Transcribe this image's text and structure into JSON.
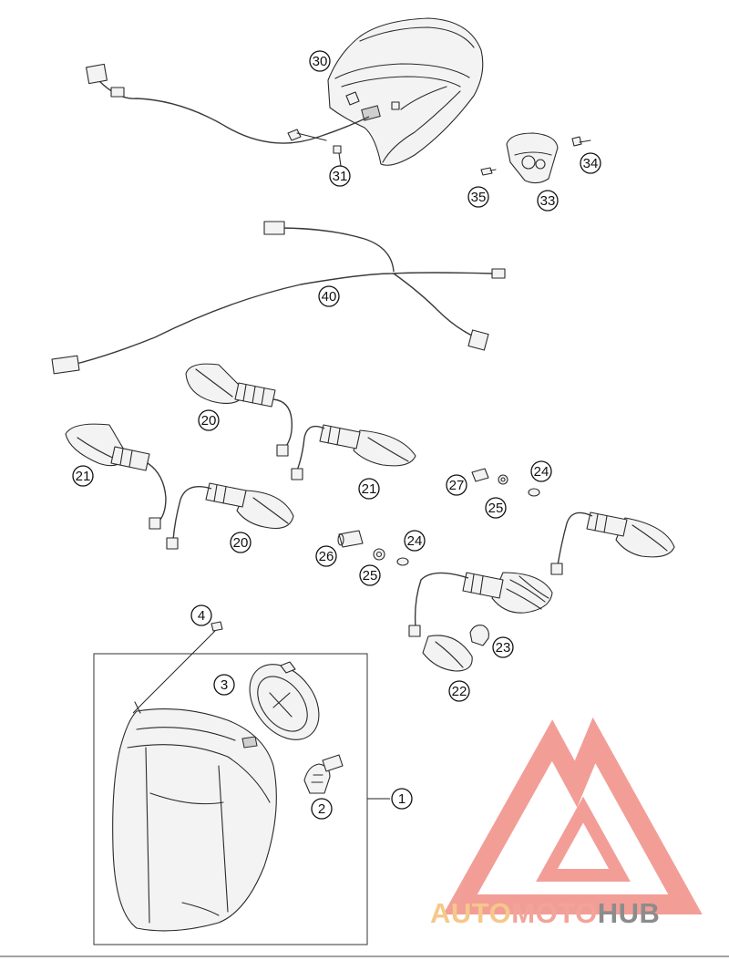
{
  "callouts": [
    {
      "id": "30",
      "label": "30"
    },
    {
      "id": "31",
      "label": "31"
    },
    {
      "id": "33",
      "label": "33"
    },
    {
      "id": "34",
      "label": "34"
    },
    {
      "id": "35",
      "label": "35"
    },
    {
      "id": "40",
      "label": "40"
    },
    {
      "id": "20a",
      "label": "20"
    },
    {
      "id": "21a",
      "label": "21"
    },
    {
      "id": "21b",
      "label": "21"
    },
    {
      "id": "20b",
      "label": "20"
    },
    {
      "id": "27",
      "label": "27"
    },
    {
      "id": "24a",
      "label": "24"
    },
    {
      "id": "25a",
      "label": "25"
    },
    {
      "id": "26",
      "label": "26"
    },
    {
      "id": "24b",
      "label": "24"
    },
    {
      "id": "25b",
      "label": "25"
    },
    {
      "id": "4",
      "label": "4"
    },
    {
      "id": "3",
      "label": "3"
    },
    {
      "id": "23",
      "label": "23"
    },
    {
      "id": "22",
      "label": "22"
    },
    {
      "id": "2",
      "label": "2"
    },
    {
      "id": "1",
      "label": "1"
    }
  ],
  "logo": {
    "word_part1": "AUTO",
    "word_part2": "MOTO",
    "word_part3": "HUB",
    "color_auto": "#f5c88a",
    "color_moto": "#f2a49a",
    "color_hub": "#8c8c8c",
    "color_triangle": "#f08e86"
  }
}
